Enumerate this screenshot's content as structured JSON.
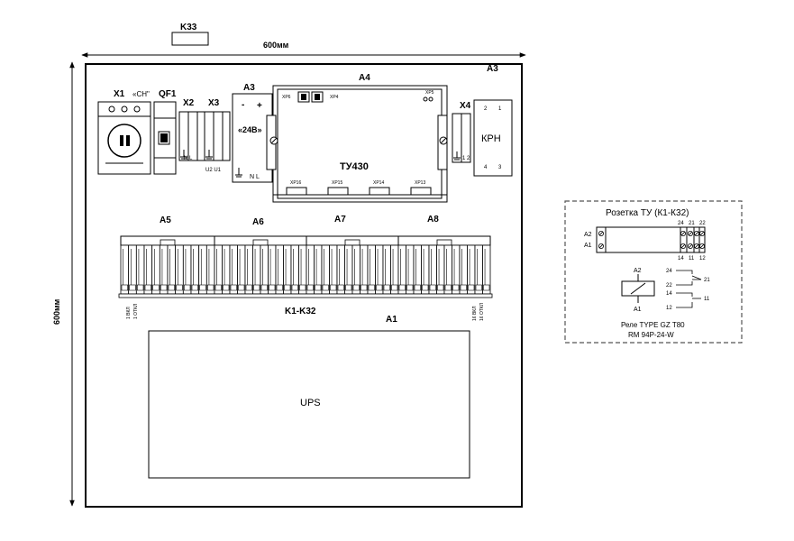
{
  "labels": {
    "k33": "K33",
    "width_dim": "600мм",
    "height_dim": "600мм",
    "a3_corner": "A3",
    "x1": "X1",
    "x1_sn": "«СН\"",
    "qf1": "QF1",
    "x2": "X2",
    "x3": "X3",
    "x2_nl": "N L",
    "x3_u": "U2 U1",
    "a3": "A3",
    "a3_minus": "-",
    "a3_plus": "+",
    "a3_24v": "«24В»",
    "a3_nl": "N L",
    "a4": "A4",
    "xp6": "XP6",
    "xp4": "XP4",
    "xp5": "XP5",
    "tu430": "ТУ430",
    "xp16": "XP16",
    "xp15": "XP15",
    "xp14": "XP14",
    "xp13": "XP13",
    "x4": "X4",
    "x4_12": "1 2",
    "krn": "КРН",
    "krn_2": "2",
    "krn_1": "1",
    "krn_4": "4",
    "krn_3": "3",
    "a5": "A5",
    "a6": "A6",
    "a7": "A7",
    "a8": "A8",
    "left_vkl": "1 ВКЛ",
    "left_otkl": "1 ОТКЛ",
    "right_vkl": "16 ВКЛ",
    "right_otkl": "16 ОТКЛ",
    "k1k32": "K1-K32",
    "a1": "A1",
    "ups": "UPS"
  },
  "legend": {
    "title": "Розетка ТУ (К1-К32)",
    "a2": "A2",
    "a1": "A1",
    "t24": "24",
    "t21": "21",
    "t22": "22",
    "t14": "14",
    "t11": "11",
    "t12": "12",
    "coil_a2": "A2",
    "coil_a1": "A1",
    "c24": "24",
    "c21": "21",
    "c22": "22",
    "c14": "14",
    "c11": "11",
    "c12": "12",
    "relay_line1": "Реле TYPE GZ T80",
    "relay_line2": "RM 94P-24-W"
  }
}
